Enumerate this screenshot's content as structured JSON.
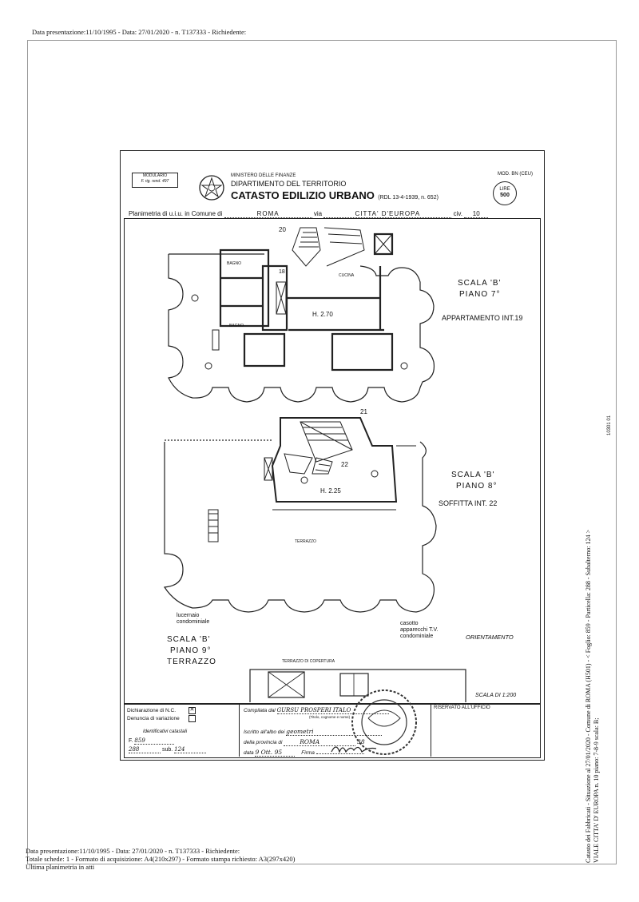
{
  "header_line": "Data presentazione:11/10/1995 - Data: 27/01/2020 - n. T137333 - Richiedente:",
  "form": {
    "modulario_line1": "MODULARIO",
    "modulario_line2": "F. rig. rend. 497",
    "ministry": "MINISTERO DELLE FINANZE",
    "department": "DIPARTIMENTO DEL TERRITORIO",
    "catasto": "CATASTO EDILIZIO URBANO",
    "rdl": "(RDL 13-4-1939, n. 652)",
    "mod": "MOD. BN (CEU)",
    "lire_label": "LIRE",
    "lire_value": "500",
    "planimetria_label": "Planimetria di u.i.u. in Comune di",
    "comune": "ROMA",
    "via_label": "via",
    "via": "CITTA' D'EUROPA",
    "civ_label": "civ.",
    "civ": "10"
  },
  "plan": {
    "n20": "20",
    "n18": "18",
    "bagno1": "BAGNO",
    "bagno2": "BAGNO",
    "cucina": "CUCINA",
    "h1": "H. 2.70",
    "scala_b1": "SCALA 'B'",
    "piano7": "PIANO 7°",
    "appartamento": "APPARTAMENTO INT.19",
    "n21": "21",
    "n22": "22",
    "h2": "H. 2.25",
    "scala_b2": "SCALA 'B'",
    "piano8": "PIANO 8°",
    "soffitta": "SOFFITTA INT. 22",
    "terrazzo_label": "TERRAZZO",
    "lucernaio_1": "lucernaio",
    "lucernaio_2": "condominiale",
    "casotto_1": "casotto",
    "casotto_2": "apparecchi T.V.",
    "casotto_3": "condominiale",
    "scala_b3": "SCALA 'B'",
    "piano9": "PIANO 9°",
    "terrazzo": "TERRAZZO",
    "terrazzo_copertura": "TERRAZZO DI COPERTURA",
    "orientamento": "ORIENTAMENTO",
    "scala_di": "SCALA DI 1:200"
  },
  "bottom": {
    "dich_nc": "Dichiarazione di N.C.",
    "denuncia": "Denuncia di variazione",
    "identificativi": "Identificativi catastali",
    "f_label": "F.",
    "f_value": "859",
    "p_value": "288",
    "sub_label": "sub.",
    "sub_value": "124",
    "compilata": "Compilata dal",
    "compilata_value": "GURSU PROSPERI ITALO",
    "titolo": "(Titolo, cognome e nome)",
    "iscritto": "Iscritto all'albo dei",
    "iscritto_value": "geometri",
    "provincia": "della provincia di",
    "provincia_value": "ROMA",
    "provincia_num": "38",
    "data_label": "data",
    "data_value": "9 Ott. 95",
    "firma_label": "Firma",
    "riservato": "RISERVATO ALL'UFFICIO"
  },
  "stamp_side": "10301 01",
  "vertical_line1": "Catasto dei Fabbricati - Situazione al 27/01/2020 - Comune di ROMA (H501) - < Foglio: 859 - Particella: 288 - Subalterno: 124 >",
  "vertical_line2": "VIALE CITTA' D' EUROPA n. 10 piano: 7-8-9 scala: B;",
  "footer": {
    "line1": "Data presentazione:11/10/1995 - Data: 27/01/2020 - n. T137333 - Richiedente:",
    "line2": "Totale schede: 1 - Formato di acquisizione: A4(210x297) - Formato stampa richiesto: A3(297x420)",
    "line3": "Ultima planimetria in atti"
  }
}
